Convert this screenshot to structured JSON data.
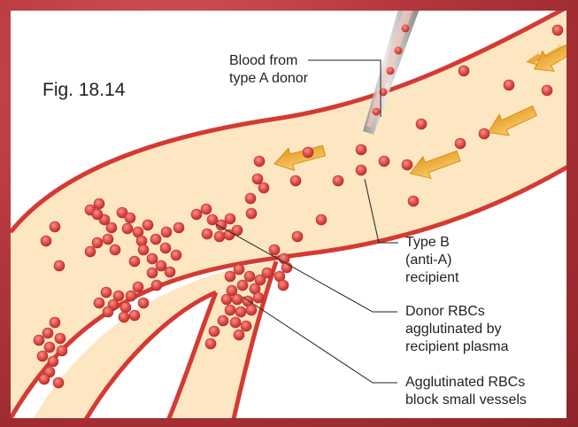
{
  "figure": {
    "label": "Fig. 18.14"
  },
  "labels": {
    "donor": "Blood from\ntype A donor",
    "recipient": "Type B\n(anti-A)\nrecipient",
    "agglutinated": "Donor RBCs\nagglutinated by\nrecipient plasma",
    "blocked": "Agglutinated RBCs\nblock small vessels"
  },
  "colors": {
    "plasma": "#fde7c2",
    "vessel_wall": "#d43a33",
    "rbc": "#e2514b",
    "arrow": "#f2b13d",
    "background": "#b8343a"
  },
  "icons": {
    "arrow": "flow-arrow-icon",
    "pipette": "pipette-icon",
    "cell": "red-blood-cell-icon"
  }
}
